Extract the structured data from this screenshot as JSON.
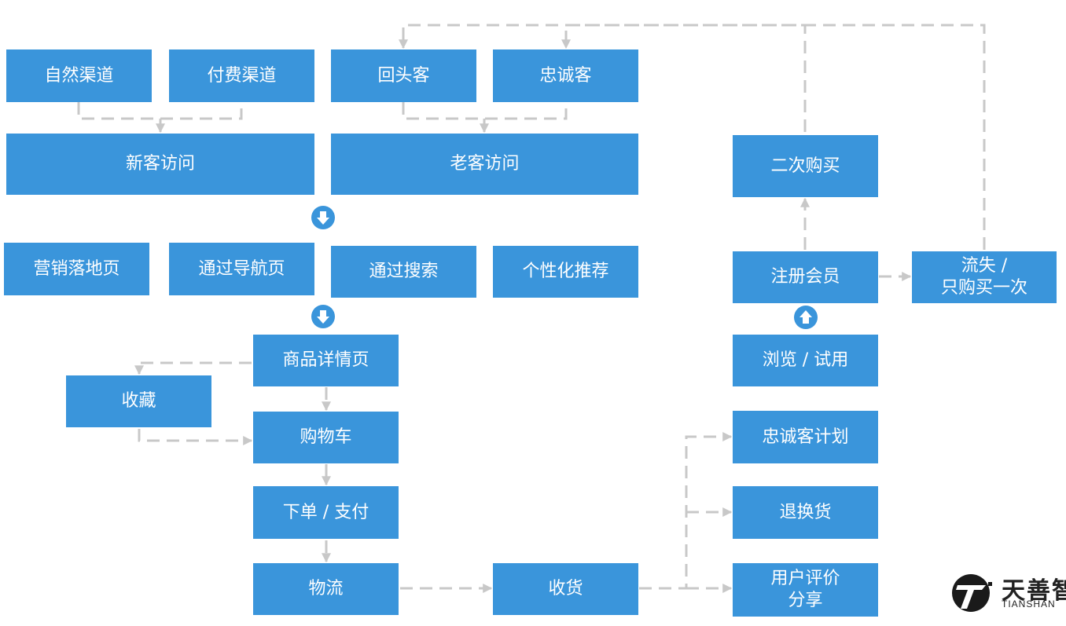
{
  "nodes": {
    "natural_channel": "自然渠道",
    "paid_channel": "付费渠道",
    "returning_customer": "回头客",
    "loyal_customer": "忠诚客",
    "new_visit": "新客访问",
    "old_visit": "老客访问",
    "marketing_landing": "营销落地页",
    "via_navigation": "通过导航页",
    "via_search": "通过搜索",
    "personalized_rec": "个性化推荐",
    "product_detail": "商品详情页",
    "favorite": "收藏",
    "cart": "购物车",
    "order_pay": "下单 / 支付",
    "logistics": "物流",
    "receive": "收货",
    "loyalty_plan": "忠诚客计划",
    "return_exchange": "退换货",
    "review_share": "用户评价\n分享",
    "browse_trial": "浏览 / 试用",
    "register": "注册会员",
    "second_purchase": "二次购买",
    "churn": "流失 /\n只购买一次"
  },
  "logo": {
    "name": "天善智",
    "sub": "TIANSHAN"
  },
  "colors": {
    "box": "#3a95db",
    "connector": "#c8c8c8",
    "text": "#ffffff"
  }
}
